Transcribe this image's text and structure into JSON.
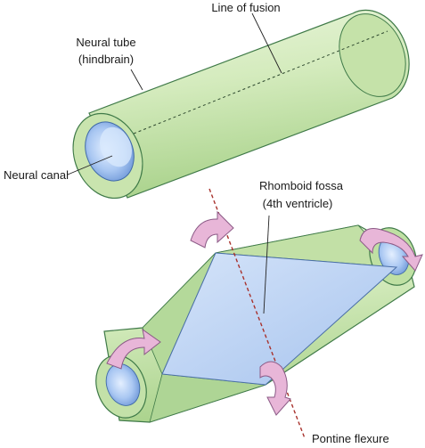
{
  "labels": {
    "line_of_fusion": "Line of fusion",
    "neural_tube_line1": "Neural tube",
    "neural_tube_line2": "(hindbrain)",
    "neural_canal": "Neural canal",
    "rhomboid_fossa_line1": "Rhomboid fossa",
    "rhomboid_fossa_line2": "(4th ventricle)",
    "pontine_flexure": "Pontine flexure"
  },
  "colors": {
    "tube_green": "#cfe8b4",
    "tube_green_dark": "#a8d38a",
    "tube_outline": "#3f7a48",
    "canal_blue": "#8fb6ea",
    "fossa_blue": "#bcd4f3",
    "arrow_pink": "#e8b6d8",
    "arrow_outline": "#8b5a86",
    "flexure_line": "#a8322d"
  }
}
